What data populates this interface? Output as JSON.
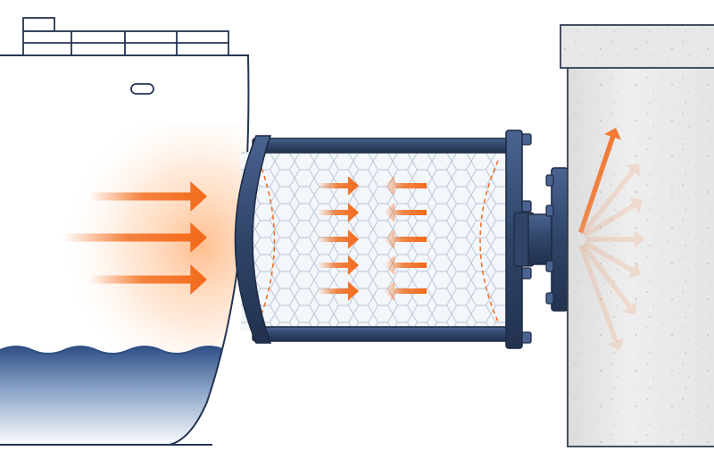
{
  "diagram": {
    "components": [
      {
        "id": "ship",
        "icon": "ship-hull-icon"
      },
      {
        "id": "fender",
        "icon": "foam-fender-icon"
      },
      {
        "id": "dock",
        "icon": "concrete-dock-icon"
      }
    ],
    "colors": {
      "outline": "#243452",
      "frame": "#2f4468",
      "frame_light": "#4a6391",
      "arrow": "#f26a1b",
      "glow": "#ffb37a",
      "water_top": "#2f4f86",
      "water_bottom": "#ffffff",
      "foam": "#eef2f7",
      "foam_line": "#b8c4d4",
      "concrete": "#e9e9e9",
      "concrete_dark": "#d6d6d6"
    },
    "forces": {
      "incoming_arrows": 3,
      "compression_arrows_per_side": 5,
      "dispersed_arrows": 7
    }
  }
}
